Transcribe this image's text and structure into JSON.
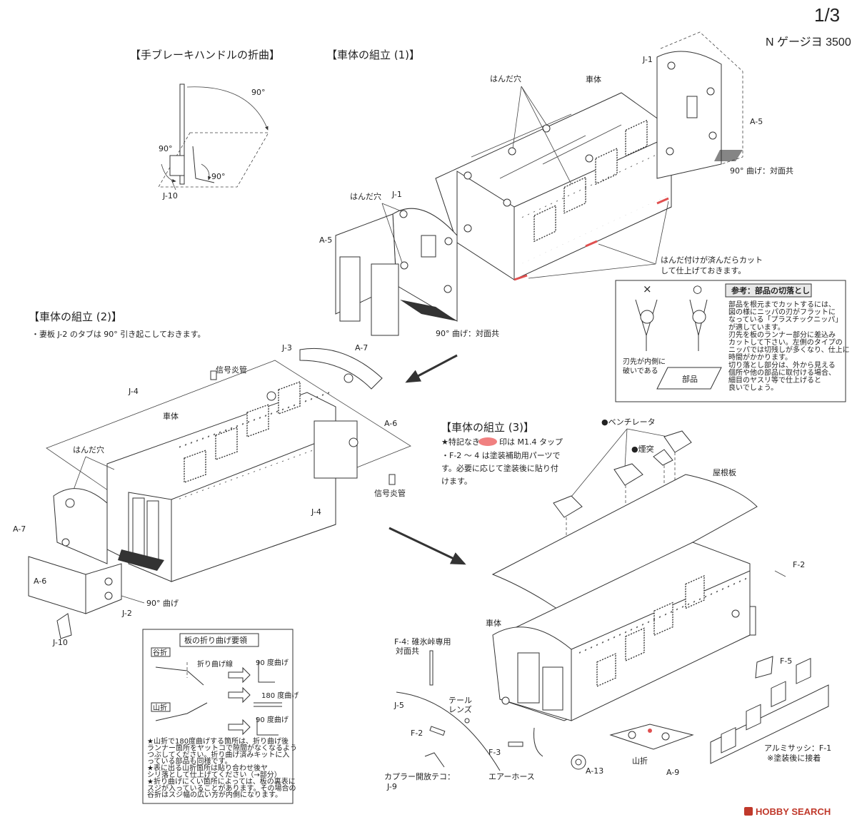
{
  "header": {
    "page": "1/3",
    "model": "N ゲージヨ 3500"
  },
  "sections": {
    "handbrake": "【手ブレーキハンドルの折曲】",
    "assembly1": "【車体の組立 (1)】",
    "assembly2": "【車体の組立 (2)】",
    "assembly2_note": "・妻板 J-2 のタブは 90° 引き起こしておきます。",
    "assembly3": "【車体の組立 (3)】",
    "assembly3_note1a": "★特記なき",
    "assembly3_note1b": "印は M1.4 タップ",
    "assembly3_note2": "・F-2 ～ 4 は塗装補助用パーツで",
    "assembly3_note3": "す。必要に応じて塗装後に貼り付",
    "assembly3_note4": "けます。"
  },
  "labels": {
    "deg90": "90°",
    "j10": "J-10",
    "j1": "J-1",
    "j2": "J-2",
    "j3": "J-3",
    "j4": "J-4",
    "j5": "J-5",
    "j9": "J-9",
    "a5": "A-5",
    "a6": "A-6",
    "a7": "A-7",
    "a9": "A-9",
    "a13": "A-13",
    "f2": "F-2",
    "f3": "F-3",
    "f5": "F-5",
    "body": "車体",
    "solder_hole": "はんだ穴",
    "bend90_both": "90° 曲げ：対面共",
    "bend90": "90° 曲げ",
    "cut_after_solder_1": "はんだ付けが済んだらカット",
    "cut_after_solder_2": "して仕上げておきます。",
    "signal_tube": "信号炎管",
    "ventilator": "●ベンチレータ",
    "chimney": "●煙突",
    "roof": "屋根板",
    "f4_1": "F-4: 碓氷峠専用",
    "f4_2": "対面共",
    "tail_lens_1": "テール",
    "tail_lens_2": "レンズ",
    "air_hose": "エアーホース",
    "coupler_1": "カプラー開放テコ：",
    "mountain_fold": "山折",
    "alu_sash": "アルミサッシ：F-1",
    "alu_sash_note": "※塗装後に接着"
  },
  "reference": {
    "title": "参考：部品の切落とし",
    "ng": "×",
    "ok": "○",
    "ng_caption_1": "刃先が内側に",
    "ng_caption_2": "破いである",
    "part_label": "部品",
    "lines": [
      "部品を根元までカットするには、",
      "図の様にニッパの刃がフラットに",
      "なっている「プラスチックニッパ」",
      "が適しています。",
      "刃先を板のランナー部分に差込み",
      "カットして下さい。左側のタイプの",
      "ニッパでは切残しが多くなり、仕上に",
      "時間がかかります。",
      "切り落とし部分は、外から見える",
      "個所や他の部品に取付ける場合、",
      "細目のヤスリ等で仕上げると",
      "良いでしょう。"
    ]
  },
  "fold_guide": {
    "title": "板の折り曲げ要領",
    "valley": "谷折",
    "mountain": "山折",
    "fold_line": "折り曲げ線",
    "bend90": "90 度曲げ",
    "bend180": "180 度曲げ",
    "notes": [
      "★山折で180度曲げする箇所は、折り曲げ後",
      "ランナー箇所をヤットコで隙間がなくなるよう",
      "つぶしてください。折り曲げ済みキットに入",
      "っている部品も同様です。",
      "★表に出る山折箇所は貼り合わせ後ヤ",
      "シリ落として仕上げてください（→部分）",
      "★折り曲げにくい箇所によっては、板の裏表に",
      "スジが入っていることがあります。その場合の",
      "谷折はスジ幅の広い方が内側になります。"
    ]
  },
  "watermark": "HOBBY SEARCH",
  "colors": {
    "tap_mark": "#f08080",
    "solder_cut": "#e05050"
  }
}
